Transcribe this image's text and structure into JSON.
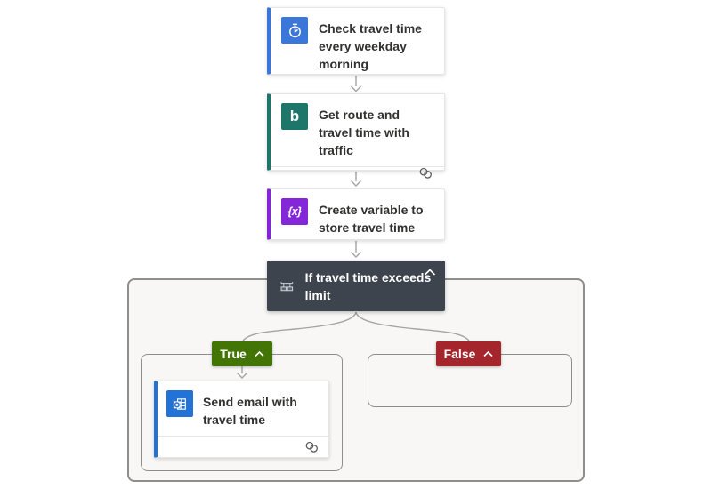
{
  "flow": {
    "trigger": {
      "title": "Check travel time every weekday morning",
      "icon": "alarm-clock-icon",
      "accent_color": "#3b76d9"
    },
    "get_route": {
      "title": "Get route and travel time with traffic",
      "icon": "bing-maps-icon",
      "icon_glyph": "b",
      "accent_color": "#1e756a",
      "footer_icon": "connection-icon"
    },
    "create_variable": {
      "title": "Create variable to store travel time",
      "icon": "variable-icon",
      "icon_glyph": "{x}",
      "accent_color": "#8327d8"
    },
    "condition": {
      "title": "If travel time exceeds limit",
      "icon": "condition-branch-icon",
      "background_color": "#3e444d",
      "collapse_icon": "chevron-up-icon"
    },
    "branches": {
      "true": {
        "label": "True",
        "color": "#427505",
        "collapse_icon": "chevron-up-icon"
      },
      "false": {
        "label": "False",
        "color": "#a4262c",
        "collapse_icon": "chevron-up-icon"
      }
    },
    "send_email": {
      "title": "Send email with travel time",
      "icon": "outlook-icon",
      "accent_color": "#2372d8",
      "footer_icon": "connection-icon"
    },
    "connector_color": "#a6a4a2"
  }
}
